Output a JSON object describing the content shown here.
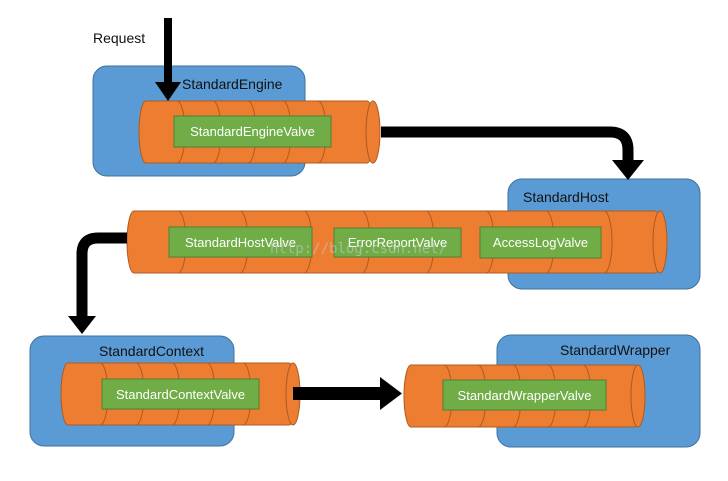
{
  "request_label": "Request",
  "containers": {
    "engine": {
      "title": "StandardEngine"
    },
    "host": {
      "title": "StandardHost"
    },
    "context": {
      "title": "StandardContext"
    },
    "wrapper": {
      "title": "StandardWrapper"
    }
  },
  "valves": {
    "engine": "StandardEngineValve",
    "host": "StandardHostValve",
    "error_report": "ErrorReportValve",
    "access_log": "AccessLogValve",
    "context": "StandardContextValve",
    "wrapper": "StandardWrapperValve"
  },
  "watermark": "http://blog.csdn.net/",
  "colors": {
    "container": "#5b9bd5",
    "container_stroke": "#41719c",
    "pipe": "#ed7d31",
    "pipe_stroke": "#ae5a21",
    "valve": "#70ad47",
    "valve_stroke": "#507e32",
    "arrow": "#000000"
  }
}
